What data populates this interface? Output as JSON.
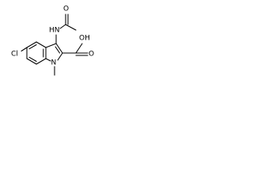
{
  "molecule": {
    "atoms": {
      "acetylamino": "HN",
      "hydroxyl": "OH",
      "carbonyl_oxygen_top": "O",
      "carbonyl_oxygen_right": "O",
      "chlorine": "Cl",
      "ring_nitrogen": "N"
    }
  },
  "colors": {
    "bond": "#000000",
    "label": "#000000",
    "background": "#ffffff"
  }
}
